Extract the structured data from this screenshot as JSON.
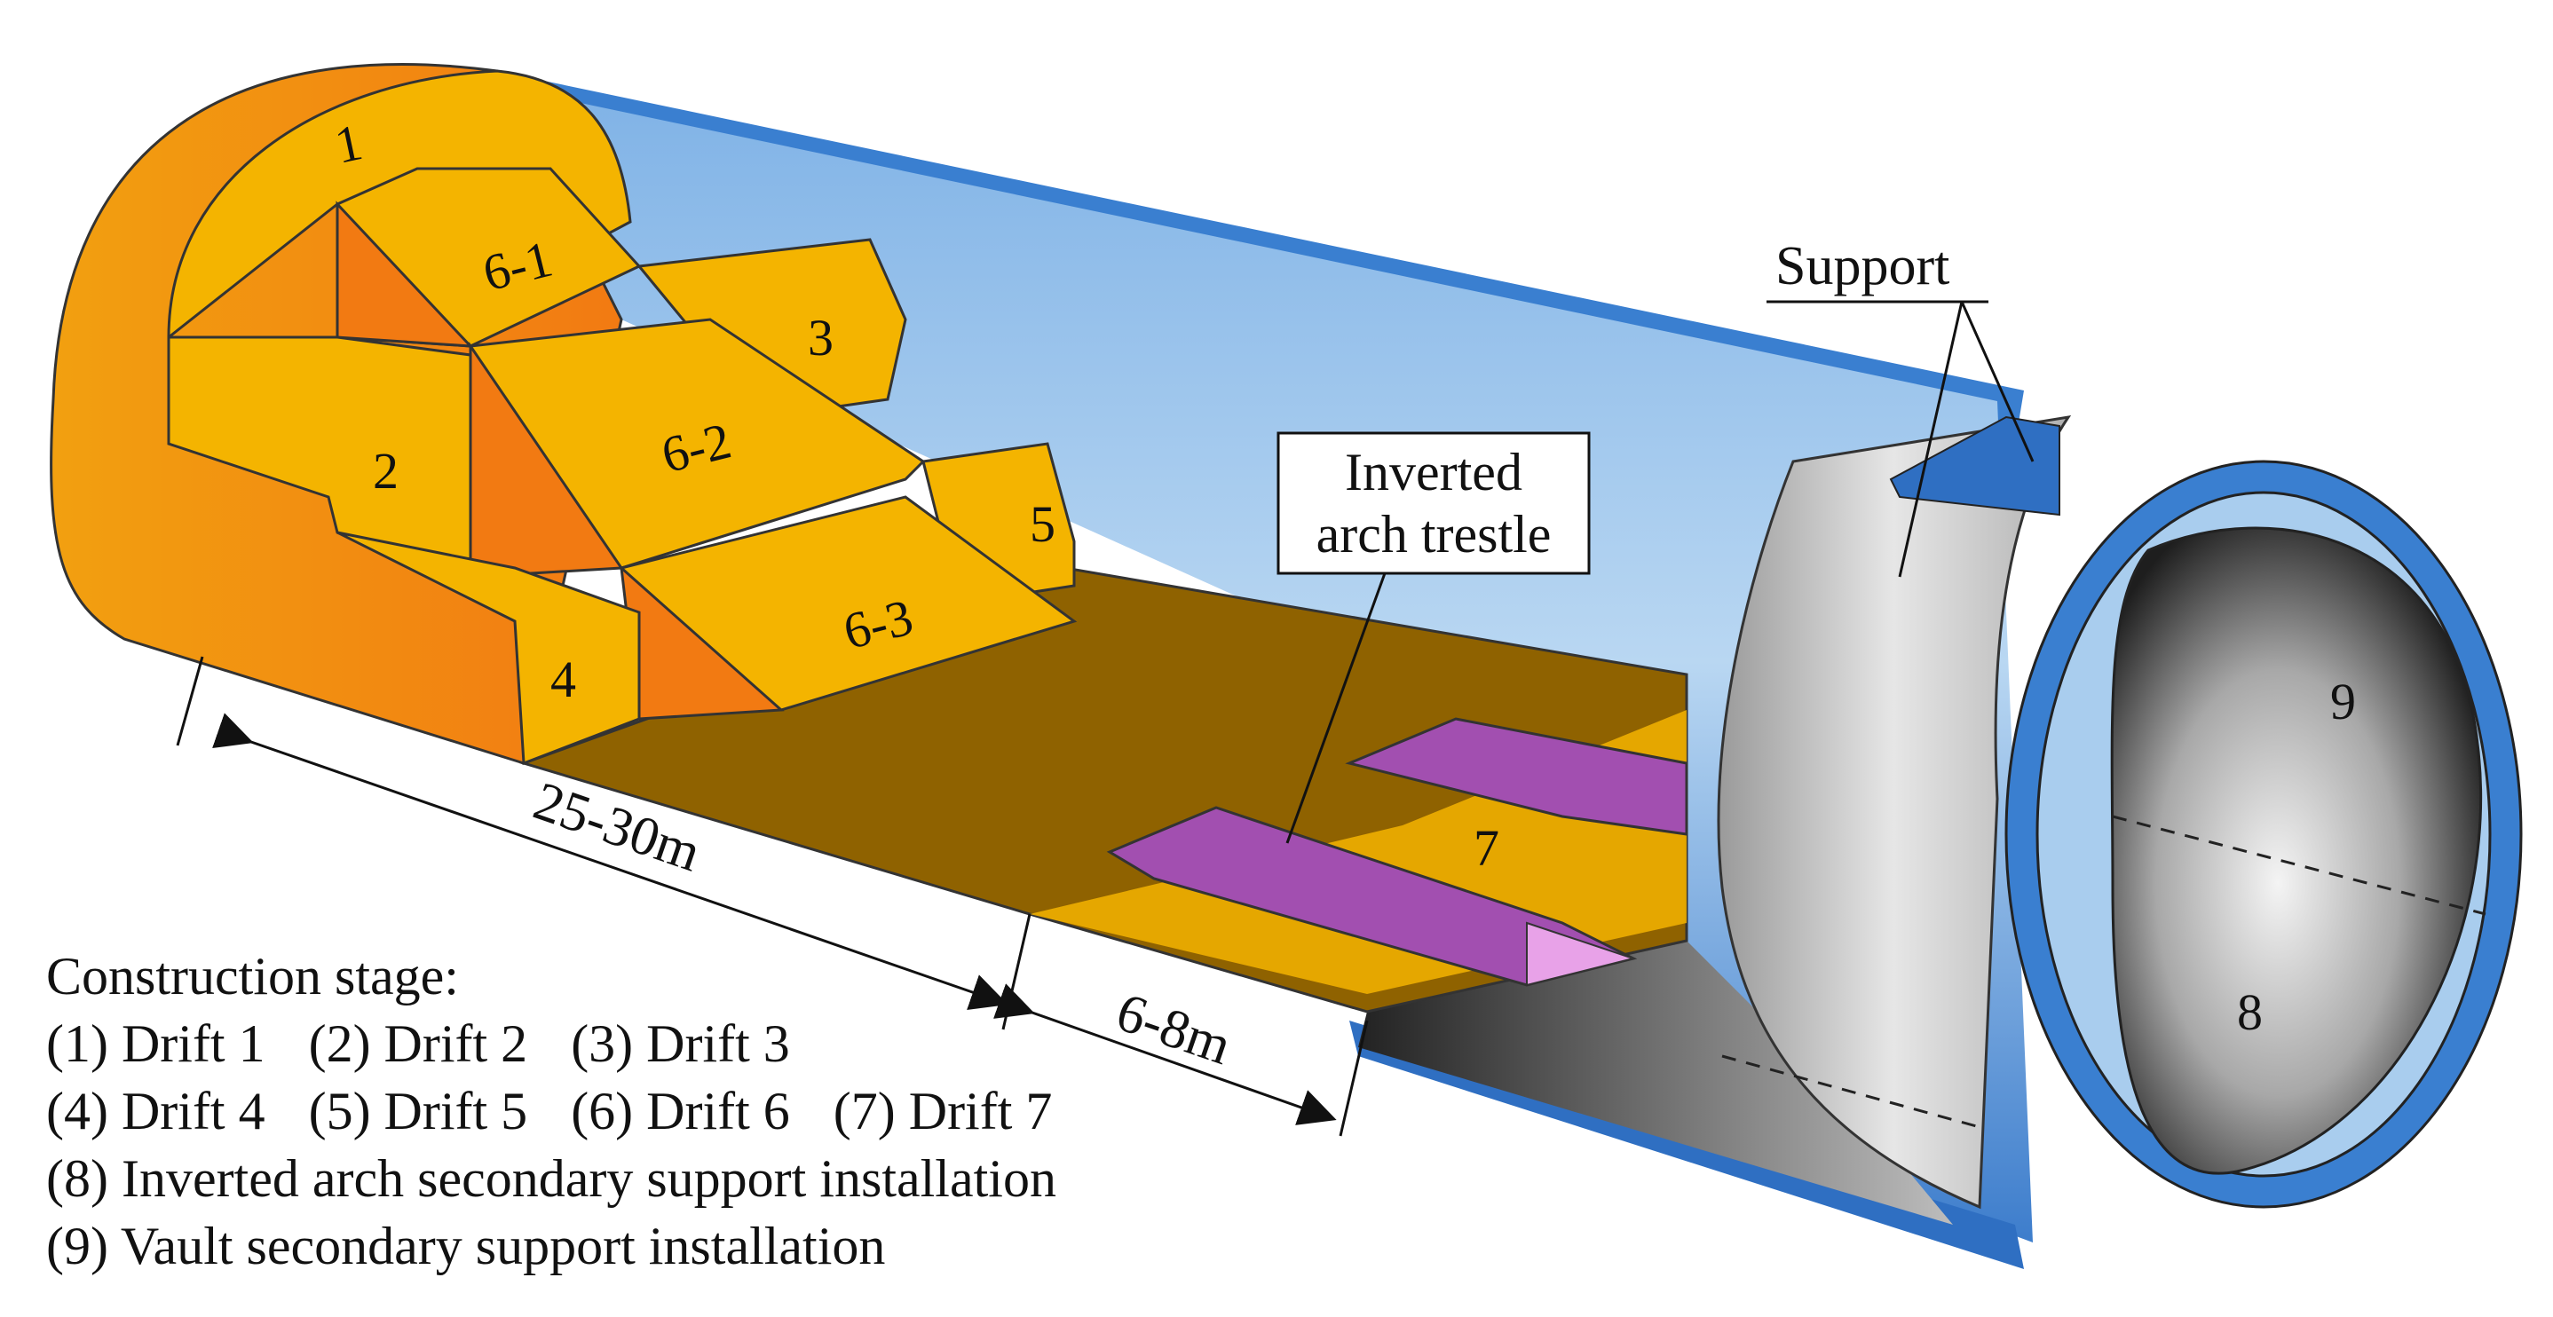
{
  "figure": {
    "colors": {
      "tunnel_shell": "#2f74c8",
      "tunnel_inner": "#a9cdee",
      "rock_dark": "#f27a12",
      "rock_light": "#f6b100",
      "floor": "#8f6200",
      "trestle": "#a24fb0",
      "lining": "#c9c9c9"
    },
    "drift_labels": [
      "1",
      "2",
      "3",
      "4",
      "5",
      "6-1",
      "6-2",
      "6-3",
      "7",
      "8",
      "9"
    ],
    "callouts": {
      "support": "Support",
      "trestle_line1": "Inverted",
      "trestle_line2": "arch trestle"
    },
    "dimensions": {
      "long": "25-30m",
      "short": "6-8m"
    }
  },
  "legend": {
    "title": "Construction stage:",
    "rows": [
      [
        "(1) Drift 1",
        "(2) Drift 2",
        "(3) Drift 3"
      ],
      [
        "(4) Drift 4",
        "(5) Drift 5",
        "(6) Drift 6",
        "(7) Drift 7"
      ],
      [
        "(8) Inverted arch secondary support installation"
      ],
      [
        "(9) Vault secondary support installation"
      ]
    ]
  }
}
